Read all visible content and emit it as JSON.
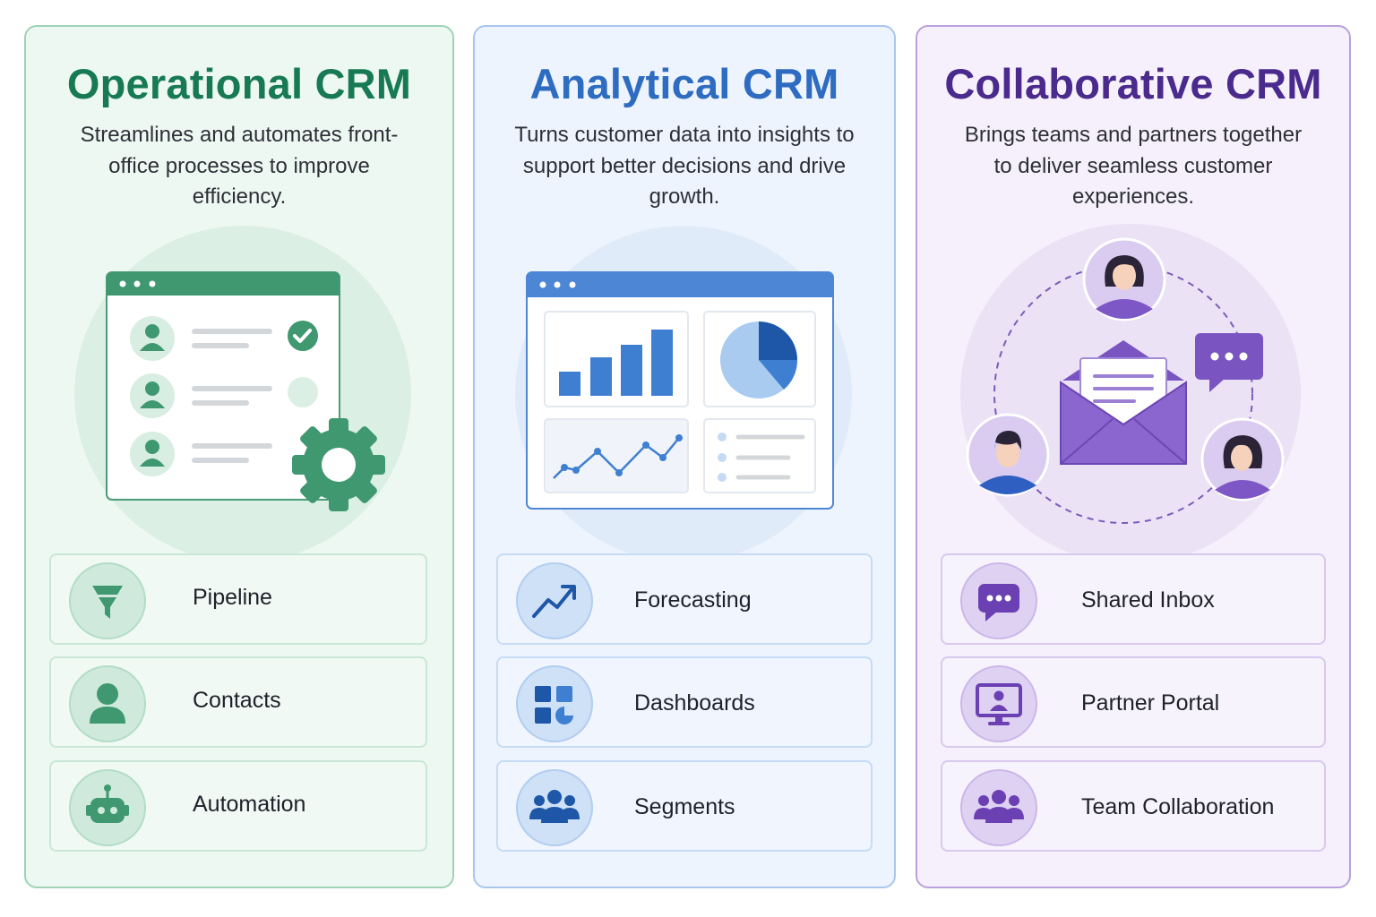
{
  "colors": {
    "operational": "#187a55",
    "analytical": "#2e6cc2",
    "collaborative": "#4a2a8c"
  },
  "operational": {
    "title": "Operational CRM",
    "description": "Streamlines and automates front-office processes to improve efficiency.",
    "features": [
      {
        "label": "Pipeline",
        "icon": "funnel-icon"
      },
      {
        "label": "Contacts",
        "icon": "person-icon"
      },
      {
        "label": "Automation",
        "icon": "robot-icon"
      }
    ]
  },
  "analytical": {
    "title": "Analytical CRM",
    "description": "Turns customer data into insights to support better decisions and drive growth.",
    "features": [
      {
        "label": "Forecasting",
        "icon": "trend-up-icon"
      },
      {
        "label": "Dashboards",
        "icon": "dashboard-grid-icon"
      },
      {
        "label": "Segments",
        "icon": "group-icon"
      }
    ]
  },
  "collaborative": {
    "title": "Collaborative CRM",
    "description": "Brings teams and partners together to deliver seamless customer experiences.",
    "features": [
      {
        "label": "Shared Inbox",
        "icon": "chat-bubble-icon"
      },
      {
        "label": "Partner Portal",
        "icon": "monitor-user-icon"
      },
      {
        "label": "Team Collaboration",
        "icon": "team-icon"
      }
    ]
  }
}
